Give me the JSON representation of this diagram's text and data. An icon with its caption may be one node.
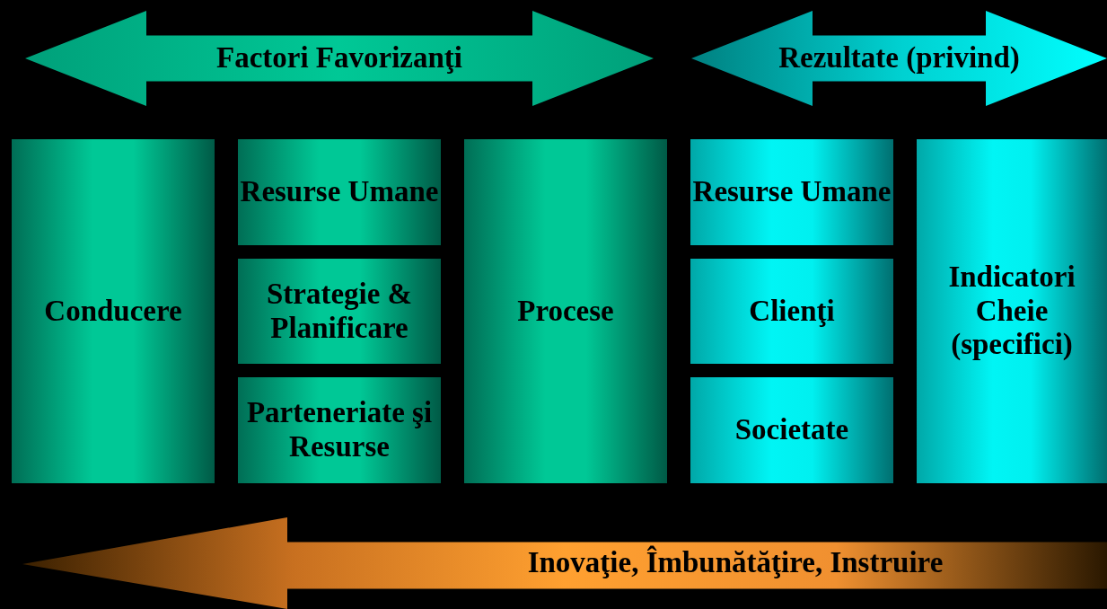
{
  "diagram": {
    "nodes": [
      {
        "text": [
          "Factori Favorizanţi"
        ]
      },
      {
        "text": [
          "Rezultate (privind)"
        ]
      },
      {
        "text": [
          "Conducere"
        ]
      },
      {
        "text": [
          "Resurse Umane"
        ]
      },
      {
        "text": [
          "Strategie & Planificare"
        ]
      },
      {
        "text": [
          "Parteneriate şi Resurse"
        ]
      },
      {
        "text": [
          "Procese"
        ]
      },
      {
        "text": [
          "Resurse Umane"
        ]
      },
      {
        "text": [
          "Clienţi"
        ]
      },
      {
        "text": [
          "Societate"
        ]
      },
      {
        "text": [
          "Indicatori Cheie (specifici)"
        ]
      },
      {
        "text": [
          "Inovaţie, Îmbunătăţire, Instruire"
        ]
      }
    ],
    "edges": []
  }
}
